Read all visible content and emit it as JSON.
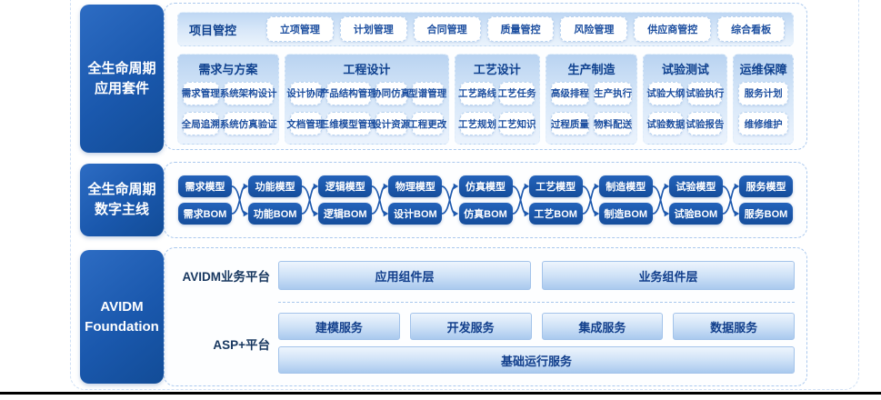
{
  "suite": {
    "label_line1": "全生命周期",
    "label_line2": "应用套件",
    "project_row": {
      "title": "项目管控",
      "buttons": [
        "立项管理",
        "计划管理",
        "合同管理",
        "质量管控",
        "风险管理",
        "供应商管控",
        "综合看板"
      ]
    },
    "panels": [
      {
        "title": "需求与方案",
        "rows": [
          [
            "需求管理",
            "系统架构设计"
          ],
          [
            "全局追溯",
            "系统仿真验证"
          ]
        ]
      },
      {
        "title": "工程设计",
        "rows": [
          [
            "设计协同",
            "产品结构管理",
            "协同仿真",
            "型谱管理"
          ],
          [
            "文档管理",
            "三维模型管理",
            "设计资源",
            "工程更改"
          ]
        ]
      },
      {
        "title": "工艺设计",
        "rows": [
          [
            "工艺路线",
            "工艺任务"
          ],
          [
            "工艺规划",
            "工艺知识"
          ]
        ]
      },
      {
        "title": "生产制造",
        "rows": [
          [
            "高级排程",
            "生产执行"
          ],
          [
            "过程质量",
            "物料配送"
          ]
        ]
      },
      {
        "title": "试验测试",
        "rows": [
          [
            "试验大纲",
            "试验执行"
          ],
          [
            "试验数据",
            "试验报告"
          ]
        ]
      },
      {
        "title": "运维保障",
        "rows": [
          [
            "服务计划"
          ],
          [
            "维修维护"
          ]
        ]
      }
    ]
  },
  "digital_thread": {
    "label_line1": "全生命周期",
    "label_line2": "数字主线",
    "nodes": [
      {
        "model": "需求模型",
        "bom": "需求BOM"
      },
      {
        "model": "功能模型",
        "bom": "功能BOM"
      },
      {
        "model": "逻辑模型",
        "bom": "逻辑BOM"
      },
      {
        "model": "物理模型",
        "bom": "设计BOM"
      },
      {
        "model": "仿真模型",
        "bom": "仿真BOM"
      },
      {
        "model": "工艺模型",
        "bom": "工艺BOM"
      },
      {
        "model": "制造模型",
        "bom": "制造BOM"
      },
      {
        "model": "试验模型",
        "bom": "试验BOM"
      },
      {
        "model": "服务模型",
        "bom": "服务BOM"
      }
    ]
  },
  "foundation": {
    "label_line1": "AVIDM",
    "label_line2": "Foundation",
    "business_platform": {
      "title": "AVIDM业务平台",
      "bars": [
        "应用组件层",
        "业务组件层"
      ]
    },
    "asp_platform": {
      "title": "ASP+平台",
      "bars": [
        "建模服务",
        "开发服务",
        "集成服务",
        "数据服务"
      ],
      "base_bar": "基础运行服务"
    }
  },
  "colors": {
    "primary_blue": "#1a58ad",
    "panel_blue_top": "#b9d3f1",
    "panel_blue_bottom": "#ebf3fd",
    "text_navy": "#0f418f",
    "bar_border": "#a3c3ea"
  }
}
